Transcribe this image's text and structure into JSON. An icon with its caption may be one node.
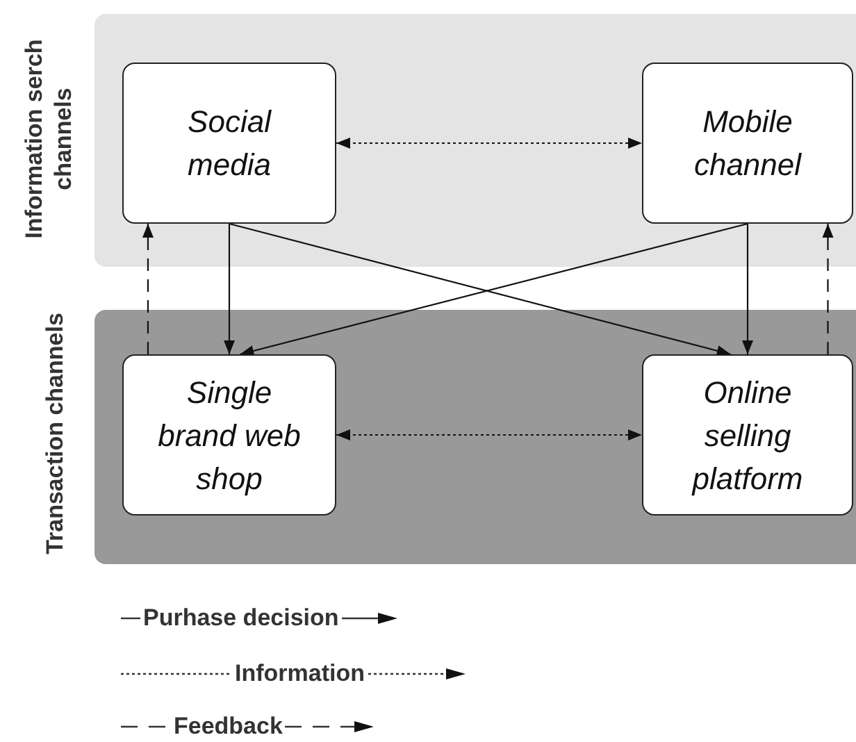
{
  "diagram": {
    "nodes": [
      {
        "text": [
          "Information serch channels"
        ]
      },
      {
        "text": [
          "Social media"
        ],
        "in": 0
      },
      {
        "text": [
          "Mobile channel"
        ],
        "in": 0
      },
      {
        "text": [
          "Transaction channels"
        ]
      },
      {
        "text": [
          "Single brand web shop"
        ],
        "in": 3
      },
      {
        "text": [
          "Online selling platform"
        ],
        "in": 3
      }
    ],
    "edges": [
      {
        "from": 1,
        "to": 2,
        "arrow": "both",
        "style": "dashed"
      },
      {
        "from": 1,
        "to": 4,
        "arrow": "to"
      },
      {
        "from": 1,
        "to": 5,
        "arrow": "to"
      },
      {
        "from": 2,
        "to": 4,
        "arrow": "to"
      },
      {
        "from": 2,
        "to": 5,
        "arrow": "to"
      },
      {
        "from": 4,
        "to": 1,
        "arrow": "to",
        "style": "dashed"
      },
      {
        "from": 5,
        "to": 2,
        "arrow": "to",
        "style": "dashed"
      },
      {
        "from": 4,
        "to": 5,
        "arrow": "both",
        "style": "dashed"
      }
    ],
    "legend": [
      {
        "text": "Purhase decision"
      },
      {
        "text": "Information"
      },
      {
        "text": "Feedback"
      }
    ]
  }
}
